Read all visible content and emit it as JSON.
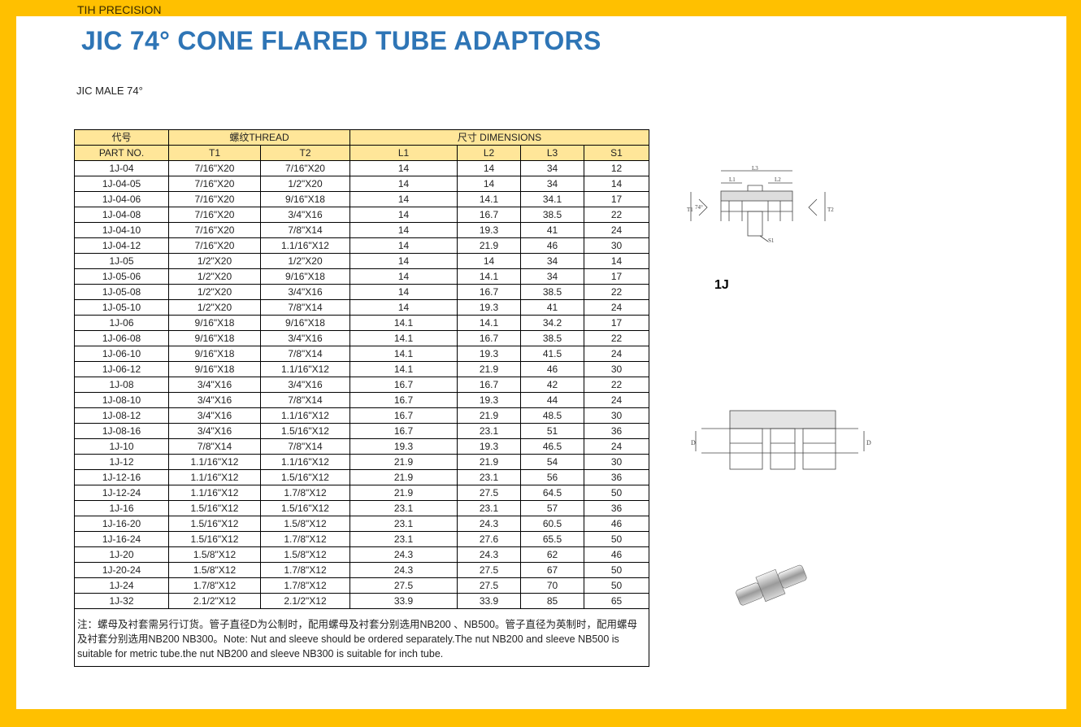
{
  "brand": "TIH PRECISION",
  "title": "JIC 74° CONE FLARED TUBE ADAPTORS",
  "subtitle": "JIC MALE 74°",
  "table": {
    "group_headers": {
      "code": "代号",
      "thread": "螺纹THREAD",
      "dimensions": "尺寸 DIMENSIONS"
    },
    "columns": [
      "PART NO.",
      "T1",
      "T2",
      "L1",
      "L2",
      "L3",
      "S1"
    ],
    "rows": [
      [
        "1J-04",
        "7/16\"X20",
        "7/16\"X20",
        "14",
        "14",
        "34",
        "12"
      ],
      [
        "1J-04-05",
        "7/16\"X20",
        "1/2\"X20",
        "14",
        "14",
        "34",
        "14"
      ],
      [
        "1J-04-06",
        "7/16\"X20",
        "9/16\"X18",
        "14",
        "14.1",
        "34.1",
        "17"
      ],
      [
        "1J-04-08",
        "7/16\"X20",
        "3/4\"X16",
        "14",
        "16.7",
        "38.5",
        "22"
      ],
      [
        "1J-04-10",
        "7/16\"X20",
        "7/8\"X14",
        "14",
        "19.3",
        "41",
        "24"
      ],
      [
        "1J-04-12",
        "7/16\"X20",
        "1.1/16\"X12",
        "14",
        "21.9",
        "46",
        "30"
      ],
      [
        "1J-05",
        "1/2\"X20",
        "1/2\"X20",
        "14",
        "14",
        "34",
        "14"
      ],
      [
        "1J-05-06",
        "1/2\"X20",
        "9/16\"X18",
        "14",
        "14.1",
        "34",
        "17"
      ],
      [
        "1J-05-08",
        "1/2\"X20",
        "3/4\"X16",
        "14",
        "16.7",
        "38.5",
        "22"
      ],
      [
        "1J-05-10",
        "1/2\"X20",
        "7/8\"X14",
        "14",
        "19.3",
        "41",
        "24"
      ],
      [
        "1J-06",
        "9/16\"X18",
        "9/16\"X18",
        "14.1",
        "14.1",
        "34.2",
        "17"
      ],
      [
        "1J-06-08",
        "9/16\"X18",
        "3/4\"X16",
        "14.1",
        "16.7",
        "38.5",
        "22"
      ],
      [
        "1J-06-10",
        "9/16\"X18",
        "7/8\"X14",
        "14.1",
        "19.3",
        "41.5",
        "24"
      ],
      [
        "1J-06-12",
        "9/16\"X18",
        "1.1/16\"X12",
        "14.1",
        "21.9",
        "46",
        "30"
      ],
      [
        "1J-08",
        "3/4\"X16",
        "3/4\"X16",
        "16.7",
        "16.7",
        "42",
        "22"
      ],
      [
        "1J-08-10",
        "3/4\"X16",
        "7/8\"X14",
        "16.7",
        "19.3",
        "44",
        "24"
      ],
      [
        "1J-08-12",
        "3/4\"X16",
        "1.1/16\"X12",
        "16.7",
        "21.9",
        "48.5",
        "30"
      ],
      [
        "1J-08-16",
        "3/4\"X16",
        "1.5/16\"X12",
        "16.7",
        "23.1",
        "51",
        "36"
      ],
      [
        "1J-10",
        "7/8\"X14",
        "7/8\"X14",
        "19.3",
        "19.3",
        "46.5",
        "24"
      ],
      [
        "1J-12",
        "1.1/16\"X12",
        "1.1/16\"X12",
        "21.9",
        "21.9",
        "54",
        "30"
      ],
      [
        "1J-12-16",
        "1.1/16\"X12",
        "1.5/16\"X12",
        "21.9",
        "23.1",
        "56",
        "36"
      ],
      [
        "1J-12-24",
        "1.1/16\"X12",
        "1.7/8\"X12",
        "21.9",
        "27.5",
        "64.5",
        "50"
      ],
      [
        "1J-16",
        "1.5/16\"X12",
        "1.5/16\"X12",
        "23.1",
        "23.1",
        "57",
        "36"
      ],
      [
        "1J-16-20",
        "1.5/16\"X12",
        "1.5/8\"X12",
        "23.1",
        "24.3",
        "60.5",
        "46"
      ],
      [
        "1J-16-24",
        "1.5/16\"X12",
        "1.7/8\"X12",
        "23.1",
        "27.6",
        "65.5",
        "50"
      ],
      [
        "1J-20",
        "1.5/8\"X12",
        "1.5/8\"X12",
        "24.3",
        "24.3",
        "62",
        "46"
      ],
      [
        "1J-20-24",
        "1.5/8\"X12",
        "1.7/8\"X12",
        "24.3",
        "27.5",
        "67",
        "50"
      ],
      [
        "1J-24",
        "1.7/8\"X12",
        "1.7/8\"X12",
        "27.5",
        "27.5",
        "70",
        "50"
      ],
      [
        "1J-32",
        "2.1/2\"X12",
        "2.1/2\"X12",
        "33.9",
        "33.9",
        "85",
        "65"
      ]
    ],
    "note": "注：螺母及衬套需另行订货。管子直径D为公制时，配用螺母及衬套分别选用NB200 、NB500。管子直径为英制时，配用螺母及衬套分别选用NB200 NB300。Note: Nut and sleeve should be ordered separately.The nut NB200 and sleeve NB500 is suitable for metric tube.the nut NB200 and sleeve NB300 is suitable for inch tube."
  },
  "drawing": {
    "labels": {
      "l1": "L1",
      "l2": "L2",
      "l3": "L3",
      "t1": "T1",
      "t2": "T2",
      "s1": "S1",
      "angle": "74°",
      "d": "D"
    },
    "model": "1J"
  }
}
